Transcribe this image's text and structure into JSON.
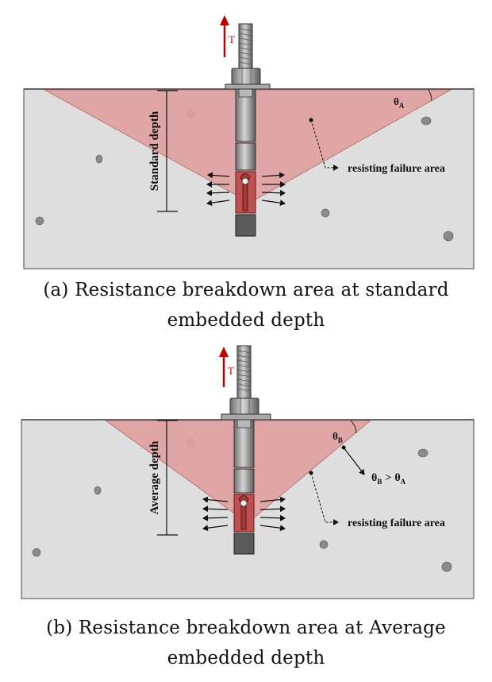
{
  "colors": {
    "concrete": "#dedede",
    "failure_cone": "#dfa0a0",
    "anchor_steel": "#8c8c8c",
    "wedge": "#c0504d",
    "tension_arrow": "#c00000"
  },
  "figure_a": {
    "tension_label": "T",
    "depth_label": "Standard depth",
    "angle_label": {
      "symbol": "θ",
      "subscript": "A"
    },
    "area_label": "resisting failure area",
    "caption_line1": "(a) Resistance breakdown area at standard",
    "caption_line2": "embedded depth"
  },
  "figure_b": {
    "tension_label": "T",
    "depth_label": "Average depth",
    "angle_label": {
      "symbol": "θ",
      "subscript": "B"
    },
    "comparison": {
      "left_symbol": "θ",
      "left_sub": "B",
      "operator": ">",
      "right_symbol": "θ",
      "right_sub": "A"
    },
    "area_label": "resisting failure area",
    "caption_line1": "(b) Resistance breakdown area at Average",
    "caption_line2": "embedded depth"
  }
}
